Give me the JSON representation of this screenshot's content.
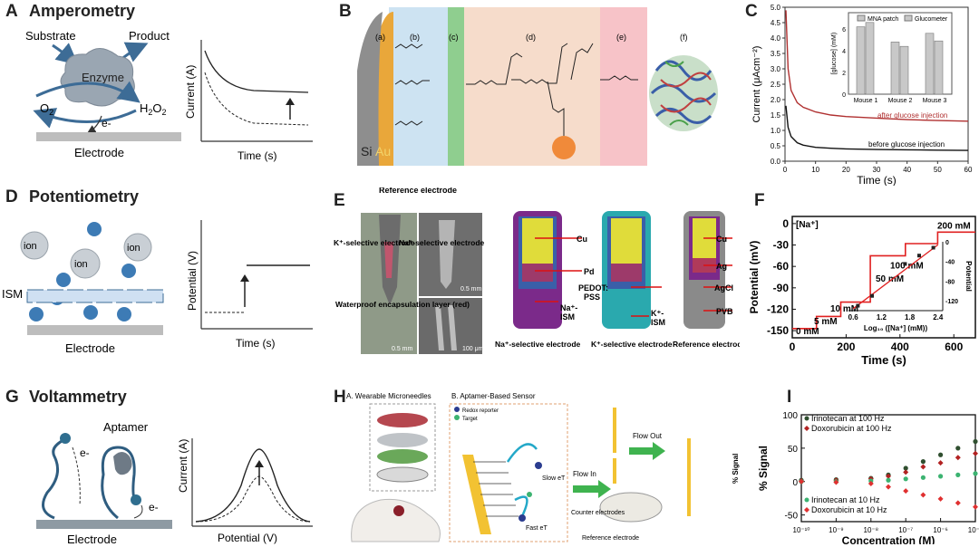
{
  "A": {
    "letter": "A",
    "title": "Amperometry",
    "substrate": "Substrate",
    "product": "Product",
    "enzyme": "Enzyme",
    "o2": "O",
    "h2o2": "H",
    "electron": "e-",
    "electrode": "Electrode",
    "ylabel": "Current (A)",
    "xlabel": "Time (s)"
  },
  "B": {
    "letter": "B",
    "layers": [
      "(a)",
      "(b)",
      "(c)",
      "(d)",
      "(e)",
      "(f)"
    ],
    "si": "Si",
    "au": "Au"
  },
  "C": {
    "letter": "C",
    "ylabel": "Current (μAcm⁻²)",
    "xlabel": "Time (s)",
    "after": "after glucose injection",
    "before": "before glucose injection",
    "inset_ylabel": "[glucose] (mM)",
    "legend_patch": "MNA patch",
    "legend_gluco": "Glucometer",
    "mice": [
      "Mouse 1",
      "Mouse 2",
      "Mouse 3"
    ],
    "yticks": [
      "0.0",
      "0.5",
      "1.0",
      "1.5",
      "2.0",
      "2.5",
      "3.0",
      "3.5",
      "4.0",
      "4.5",
      "5.0"
    ],
    "xticks": [
      "0",
      "10",
      "20",
      "30",
      "40",
      "50",
      "60"
    ],
    "inset_yticks": [
      "0",
      "2",
      "4",
      "6"
    ]
  },
  "D": {
    "letter": "D",
    "title": "Potentiometry",
    "ion": "ion",
    "ism": "ISM",
    "electrode": "Electrode",
    "ylabel": "Potential (V)",
    "xlabel": "Time (s)"
  },
  "E": {
    "letter": "E",
    "reference_electrode": "Reference electrode",
    "k_selective": "K⁺-selective electrode",
    "na_selective": "Na⁺-selective electrode",
    "waterproof": "Waterproof encapsulation layer (red)",
    "scale1": "0.5 mm",
    "scale2": "0.5 mm",
    "scale3": "100 μm",
    "cu": "Cu",
    "pd": "Pd",
    "pedot": "PEDOT:",
    "pss": "PSS",
    "na_ism": "Na⁺-",
    "ism": "ISM",
    "k_ism": "K⁺-",
    "ag": "Ag",
    "agcl": "AgCl",
    "pvb": "PVB",
    "cap_na": "Na⁺-selective electrode",
    "cap_k": "K⁺-selective electrode",
    "cap_ref": "Reference electrode"
  },
  "F": {
    "letter": "F",
    "ylabel": "Potential (mV)",
    "xlabel": "Time (s)",
    "na_label": "[Na⁺]",
    "steps": [
      "0 mM",
      "5 mM",
      "10 mM",
      "50 mM",
      "100 mM",
      "200 mM"
    ],
    "yticks": [
      "0",
      "-30",
      "-60",
      "-90",
      "-120",
      "-150"
    ],
    "xticks": [
      "0",
      "200",
      "400",
      "600"
    ],
    "inset_xlabel": "Log₁₀ ([Na⁺] (mM))",
    "inset_ylabel": "Potential",
    "inset_xticks": [
      "0.6",
      "1.2",
      "1.8",
      "2.4"
    ],
    "inset_yticks": [
      "0",
      "-40",
      "-80",
      "-120"
    ]
  },
  "G": {
    "letter": "G",
    "title": "Voltammetry",
    "aptamer": "Aptamer",
    "electron": "e-",
    "electrode": "Electrode",
    "ylabel": "Current (A)",
    "xlabel": "Potential (V)"
  },
  "H": {
    "letter": "H",
    "wearable": "A. Wearable Microneedles",
    "aptamer_sensor": "B. Aptamer-Based Sensor",
    "redox": "Redox reporter",
    "target": "Target",
    "slow": "Slow eT",
    "fast": "Fast eT",
    "flow_in": "Flow In",
    "flow_out": "Flow Out",
    "counter": "Counter electrodes",
    "reference": "Reference electrode",
    "signal": "% Signal"
  },
  "I": {
    "letter": "I",
    "ylabel": "% Signal",
    "xlabel": "Concentration (M)",
    "yticks": [
      "100",
      "50",
      "0",
      "-50"
    ],
    "xticks": [
      "10⁻¹⁰",
      "10⁻⁹",
      "10⁻⁸",
      "10⁻⁷",
      "10⁻⁶",
      "10⁻⁵"
    ],
    "legend": [
      "Irinotecan at 100 Hz",
      "Doxorubicin at 100 Hz",
      "Irinotecan at 10 Hz",
      "Doxorubicin at 10 Hz"
    ],
    "colors": {
      "iri100": "#2f4f2f",
      "dox100": "#b22222",
      "iri10": "#3cb371",
      "dox10": "#e03030"
    }
  },
  "chart_data": [
    {
      "panel": "C",
      "type": "line",
      "xlabel": "Time (s)",
      "ylabel": "Current (μAcm⁻²)",
      "xlim": [
        0,
        60
      ],
      "ylim": [
        0,
        5
      ],
      "series": [
        {
          "name": "after glucose injection",
          "x": [
            0.3,
            1,
            2,
            4,
            6,
            10,
            15,
            20,
            30,
            40,
            50,
            60
          ],
          "y": [
            4.9,
            3.0,
            2.3,
            1.9,
            1.75,
            1.6,
            1.5,
            1.45,
            1.4,
            1.35,
            1.32,
            1.3
          ]
        },
        {
          "name": "before glucose injection",
          "x": [
            0.3,
            1,
            2,
            4,
            6,
            10,
            15,
            20,
            30,
            40,
            50,
            60
          ],
          "y": [
            1.8,
            1.1,
            0.8,
            0.6,
            0.52,
            0.45,
            0.42,
            0.4,
            0.38,
            0.37,
            0.36,
            0.35
          ]
        }
      ],
      "inset": {
        "type": "bar",
        "categories": [
          "Mouse 1",
          "Mouse 2",
          "Mouse 3"
        ],
        "series": [
          {
            "name": "MNA patch",
            "values": [
              6.2,
              4.8,
              5.6
            ]
          },
          {
            "name": "Glucometer",
            "values": [
              6.6,
              4.4,
              4.9
            ]
          }
        ],
        "ylim": [
          0,
          7
        ]
      }
    },
    {
      "panel": "F",
      "type": "line",
      "xlabel": "Time (s)",
      "ylabel": "Potential (mV)",
      "xlim": [
        0,
        680
      ],
      "ylim": [
        -160,
        10
      ],
      "series": [
        {
          "x": [
            0,
            90,
            90,
            180,
            180,
            290,
            290,
            420,
            420,
            540,
            540,
            680
          ],
          "y": [
            -147,
            -147,
            -130,
            -130,
            -110,
            -110,
            -45,
            -45,
            -28,
            -28,
            -12,
            -12
          ]
        }
      ],
      "inset": {
        "type": "scatter",
        "xlabel": "Log₁₀ ([Na⁺] (mM))",
        "ylabel": "Potential",
        "x": [
          0.7,
          1.0,
          1.7,
          2.0,
          2.3
        ],
        "y": [
          -130,
          -110,
          -45,
          -28,
          -12
        ]
      }
    },
    {
      "panel": "I",
      "type": "scatter",
      "xlabel": "Concentration (M)",
      "ylabel": "% Signal",
      "xlim": [
        -10,
        -5
      ],
      "ylim": [
        -60,
        100
      ],
      "x": [
        -10,
        -9,
        -8,
        -7.5,
        -7,
        -6.5,
        -6,
        -5.5,
        -5
      ],
      "series": [
        {
          "name": "Irinotecan at 100 Hz",
          "values": [
            2,
            3,
            5,
            10,
            20,
            30,
            40,
            50,
            60
          ]
        },
        {
          "name": "Doxorubicin at 100 Hz",
          "values": [
            1,
            2,
            4,
            8,
            14,
            22,
            28,
            36,
            42
          ]
        },
        {
          "name": "Irinotecan at 10 Hz",
          "values": [
            0,
            0,
            1,
            2,
            4,
            6,
            8,
            10,
            12
          ]
        },
        {
          "name": "Doxorubicin at 10 Hz",
          "values": [
            0,
            -1,
            -3,
            -8,
            -14,
            -20,
            -26,
            -32,
            -38
          ]
        }
      ]
    }
  ]
}
